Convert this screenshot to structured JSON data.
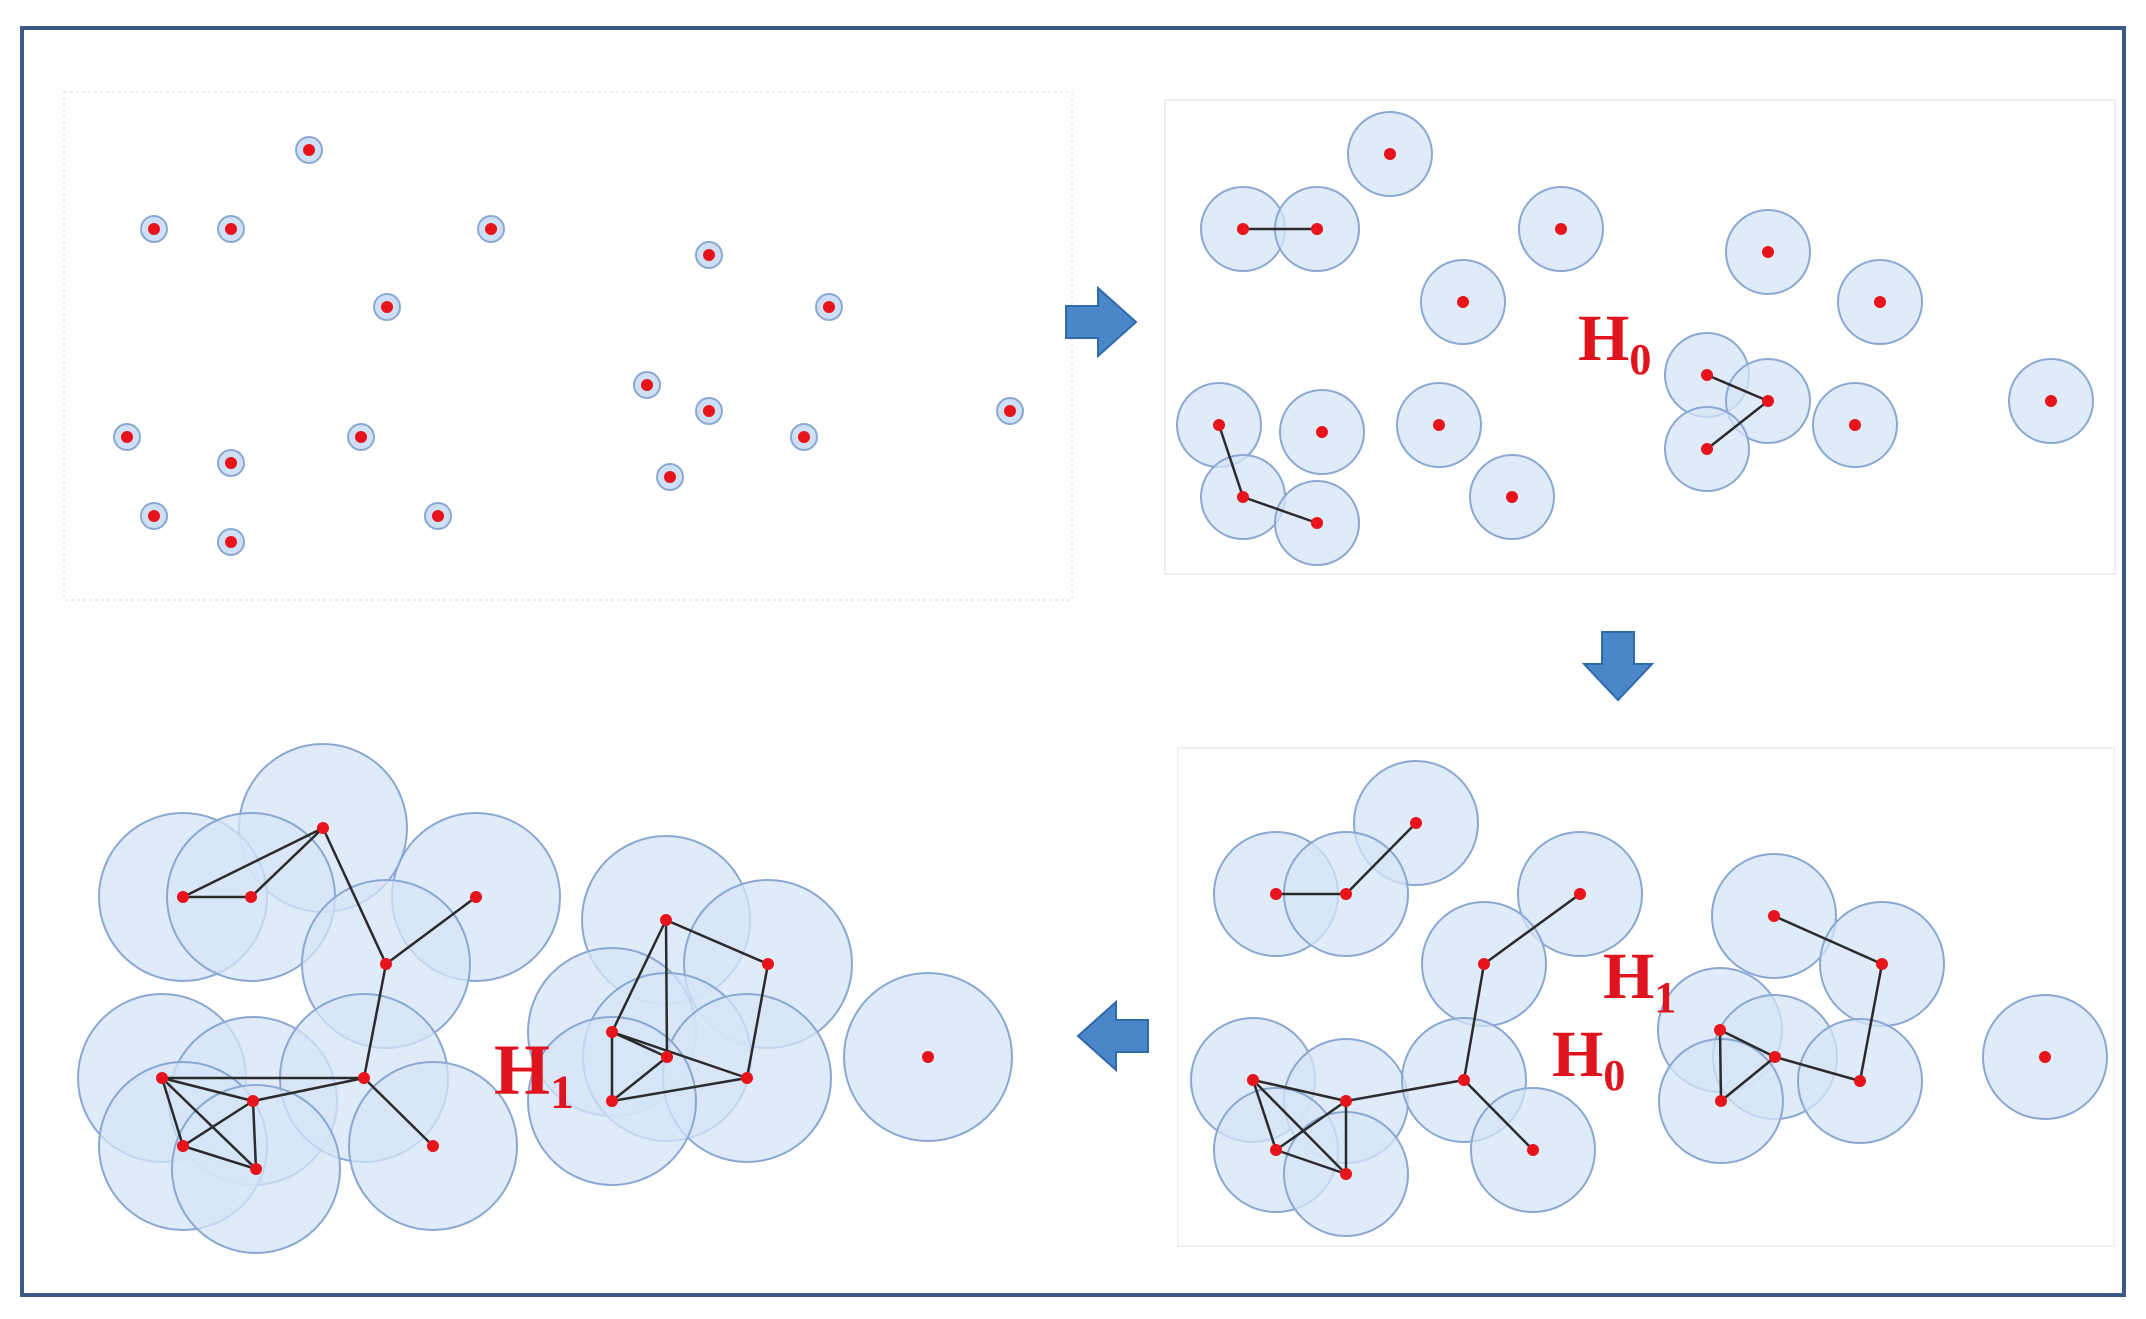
{
  "labels": {
    "panel2_h0": {
      "main": "H",
      "sub": "0"
    },
    "panel3_h1": {
      "main": "H",
      "sub": "1"
    },
    "panel3_h0": {
      "main": "H",
      "sub": "0"
    },
    "panel4_h1": {
      "main": "H",
      "sub": "1"
    }
  },
  "colors": {
    "frame": "#3b5a85",
    "point": "#e8141c",
    "ball_fill": "#d6e4f7",
    "ball_stroke": "#8aa8d2",
    "edge": "#2b2b2b",
    "arrow": "#4a86c8",
    "label": "#e0141e"
  },
  "flow": [
    "point-cloud",
    "small-radius-balls",
    "medium-radius-balls",
    "large-radius-balls"
  ],
  "arrows": [
    "arrow-right-icon",
    "arrow-down-icon",
    "arrow-left-icon"
  ]
}
